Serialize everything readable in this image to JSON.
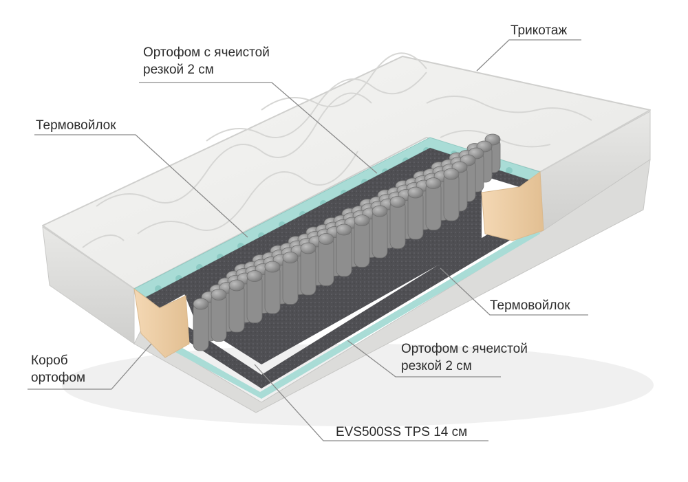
{
  "labels": {
    "trikotazh": "Трикотаж",
    "top_foam_line1": "Ортофом с ячеистой",
    "top_foam_line2": "резкой 2 см",
    "top_felt": "Термовойлок",
    "bottom_felt": "Термовойлок",
    "bottom_foam_line1": "Ортофом с ячеистой",
    "bottom_foam_line2": "резкой 2 см",
    "box_line1": "Короб",
    "box_line2": "ортофом",
    "springs": "EVS500SS TPS 14 см"
  },
  "colors": {
    "cover": "#efefed",
    "cover_shadow": "#d4d4d2",
    "quilt_line": "#d9d9d7",
    "foam_teal": "#a9dcd6",
    "felt": "#4f4f53",
    "springs": "#8e8e8e",
    "box_foam": "#f0d3ac",
    "leader_line": "#8a8a8a"
  }
}
